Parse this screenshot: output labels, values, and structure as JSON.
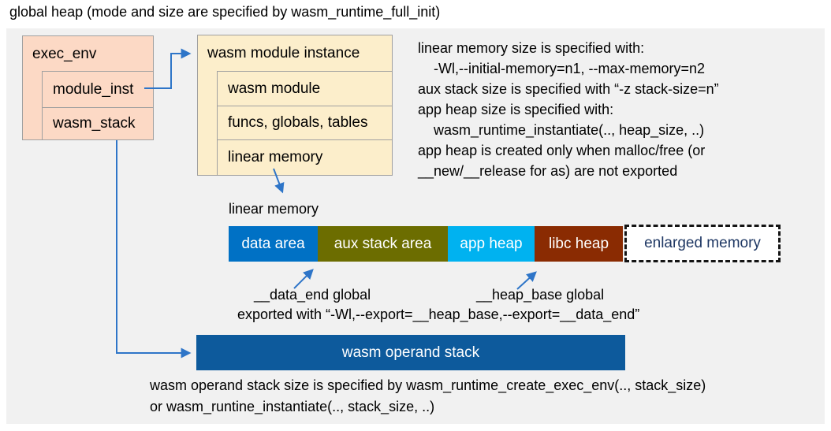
{
  "title": "global heap (mode and size are specified by wasm_runtime_full_init)",
  "exec_env": {
    "title": "exec_env",
    "rows": [
      "module_inst",
      "wasm_stack"
    ]
  },
  "module_instance": {
    "title": "wasm module instance",
    "rows": [
      "wasm module",
      "funcs, globals, tables",
      "linear memory"
    ]
  },
  "notes": {
    "lines": [
      "linear memory size is specified with:",
      "-Wl,--initial-memory=n1, --max-memory=n2",
      "aux stack size is specified with “-z stack-size=n”",
      "app heap size is specified with:",
      "wasm_runtime_instantiate(.., heap_size, ..)",
      "app heap is created only when malloc/free (or",
      "__new/__release for as) are not exported"
    ]
  },
  "linear_memory": {
    "label": "linear memory",
    "segments": [
      {
        "label": "data area",
        "color": "#0071c5"
      },
      {
        "label": "aux stack area",
        "color": "#6c6d00"
      },
      {
        "label": "app heap",
        "color": "#00b2f0"
      },
      {
        "label": "libc heap",
        "color": "#8a2b02"
      },
      {
        "label": "enlarged memory",
        "color": "#ffffff",
        "text_color": "#1f3864",
        "border": "dashed"
      }
    ],
    "data_end_label": "__data_end global",
    "heap_base_label": "__heap_base global",
    "export_note": "exported with “-Wl,--export=__heap_base,--export=__data_end”"
  },
  "operand_stack": {
    "label": "wasm operand stack",
    "color": "#0d5a9c",
    "notes": [
      "wasm operand stack size is specified by wasm_runtime_create_exec_env(.., stack_size)",
      "or wasm_runtine_instantiate(.., stack_size, ..)"
    ]
  },
  "colors": {
    "panel_bg": "#f1f1f1",
    "exec_env_fill": "#fcd9c5",
    "module_instance_fill": "#fceecb",
    "box_border": "#a0a0a0",
    "arrow": "#2e75c8",
    "text": "#000000"
  }
}
